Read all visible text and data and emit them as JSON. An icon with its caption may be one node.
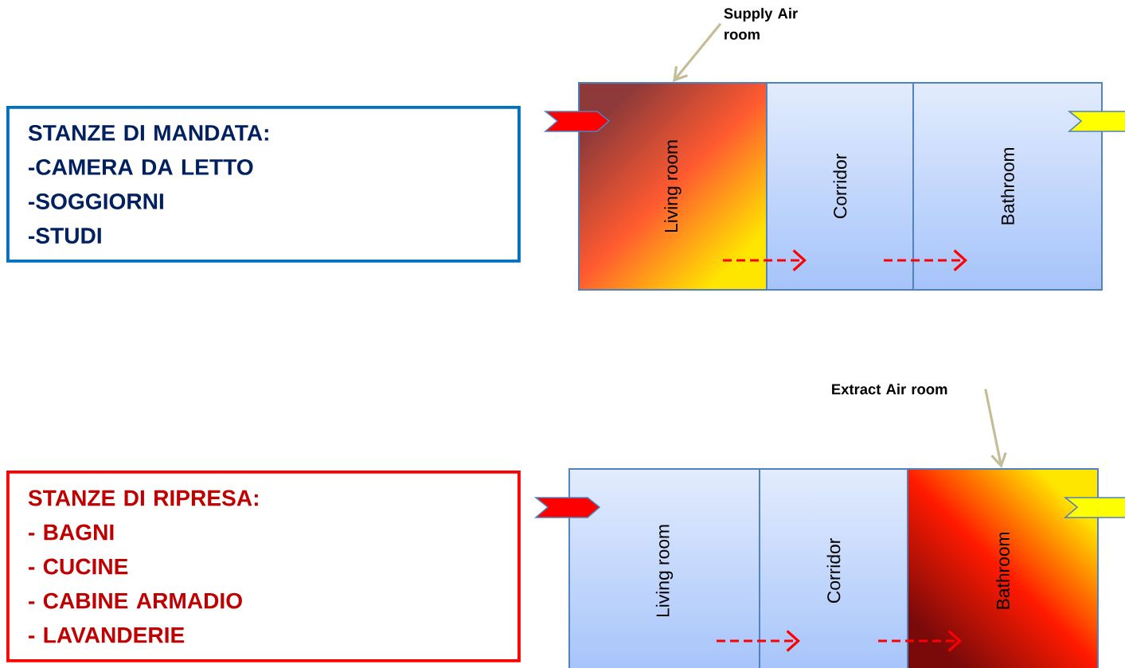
{
  "diagram": {
    "nodes": [
      {
        "text": [
          "Supply Air room"
        ]
      },
      {
        "text": [
          "STANZE DI MANDATA:",
          "-CAMERA DA LETTO",
          "-SOGGIORNI",
          "-STUDI"
        ]
      },
      {
        "text": [
          "Living room"
        ]
      },
      {
        "text": [
          "Corridor"
        ]
      },
      {
        "text": [
          "Bathroom"
        ]
      },
      {
        "text": [
          "Extract Air room"
        ]
      },
      {
        "text": [
          "STANZE DI RIPRESA:",
          "- BAGNI",
          "- CUCINE",
          "- CABINE ARMADIO",
          "- LAVANDERIE"
        ]
      },
      {
        "text": [
          "Living room"
        ]
      },
      {
        "text": [
          "Corridor"
        ]
      },
      {
        "text": [
          "Bathroom"
        ]
      },
      {
        "text": [],
        "shape": "flag"
      },
      {
        "text": [],
        "shape": "flag"
      },
      {
        "text": [],
        "shape": "flag"
      },
      {
        "text": [],
        "shape": "flag"
      }
    ],
    "edges": [
      {
        "from": 0,
        "to": 2,
        "arrow": "to",
        "color": "#c4bd97"
      },
      {
        "from": 2,
        "to": 3,
        "arrow": "to",
        "style": "dashed",
        "color": "#ff0000"
      },
      {
        "from": 3,
        "to": 4,
        "arrow": "to",
        "style": "dashed",
        "color": "#ff0000"
      },
      {
        "from": 5,
        "to": 9,
        "arrow": "to",
        "color": "#c4bd97"
      },
      {
        "from": 7,
        "to": 8,
        "arrow": "to",
        "style": "dashed",
        "color": "#ff0000"
      },
      {
        "from": 8,
        "to": 9,
        "arrow": "to",
        "style": "dashed",
        "color": "#ff0000"
      }
    ]
  }
}
